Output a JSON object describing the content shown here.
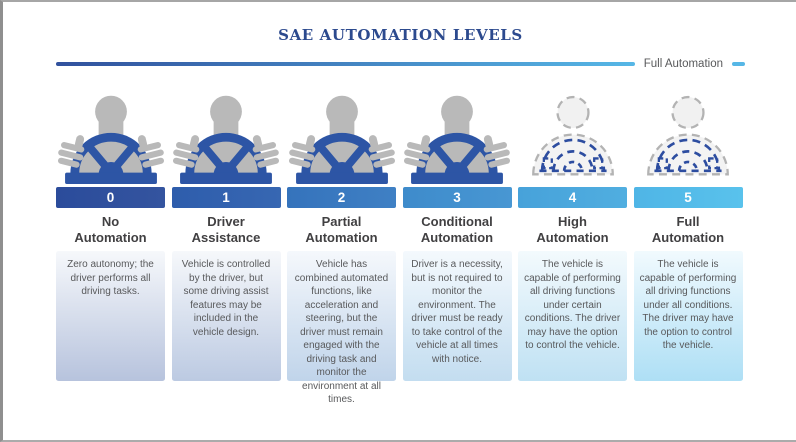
{
  "page": {
    "title": "SAE AUTOMATION LEVELS",
    "scale_label": "Full Automation"
  },
  "colors": {
    "title_navy": "#2c4a8e",
    "rule_start": "#31519d",
    "rule_end": "#56b7e6",
    "heading_text": "#414042",
    "body_text": "#58595b",
    "icon_gray": "#b9b9b9",
    "icon_blue": "#2d55a5",
    "icon_dashed_blue": "#2d4da0"
  },
  "levels": [
    {
      "number": "0",
      "title_line1": "No",
      "title_line2": "Automation",
      "description": "Zero autonomy; the driver performs all driving tasks.",
      "icon": "driver-at-wheel-icon",
      "banner_color_left": "#2b4c9b",
      "banner_color_right": "#34549f",
      "card_top_color": "#f6f8fb",
      "card_bottom_color": "#b7c3dd"
    },
    {
      "number": "1",
      "title_line1": "Driver",
      "title_line2": "Assistance",
      "description": "Vehicle is controlled by the driver, but some driving assist features may be included in the vehicle design.",
      "icon": "driver-at-wheel-icon",
      "banner_color_left": "#2e5dac",
      "banner_color_right": "#3767b2",
      "card_top_color": "#f6f8fb",
      "card_bottom_color": "#bccae2"
    },
    {
      "number": "2",
      "title_line1": "Partial",
      "title_line2": "Automation",
      "description": "Vehicle has combined automated functions, like acceleration and steering, but the driver must remain engaged with the driving task and monitor the environment at all times.",
      "icon": "driver-at-wheel-icon",
      "banner_color_left": "#3573bc",
      "banner_color_right": "#3f80c4",
      "card_top_color": "#f5f8fc",
      "card_bottom_color": "#c0d4ea"
    },
    {
      "number": "3",
      "title_line1": "Conditional",
      "title_line2": "Automation",
      "description": "Driver is a necessity, but is not required to monitor the environment. The driver must be ready to take control of the vehicle at all times with notice.",
      "icon": "driver-at-wheel-icon",
      "banner_color_left": "#3e8bcb",
      "banner_color_right": "#4897d3",
      "card_top_color": "#f4f9fd",
      "card_bottom_color": "#c3ddf0"
    },
    {
      "number": "4",
      "title_line1": "High",
      "title_line2": "Automation",
      "description": "The vehicle is capable of performing all driving functions under certain conditions. The driver may have the option to control the vehicle.",
      "icon": "autonomous-driver-dashed-icon",
      "banner_color_left": "#47a2da",
      "banner_color_right": "#50aee0",
      "card_top_color": "#f3fafd",
      "card_bottom_color": "#bfe1f3"
    },
    {
      "number": "5",
      "title_line1": "Full",
      "title_line2": "Automation",
      "description": "The vehicle is capable of performing all driving functions under all conditions. The driver may have the option to control the vehicle.",
      "icon": "autonomous-driver-dashed-icon",
      "banner_color_left": "#4fb5e6",
      "banner_color_right": "#59c2ec",
      "card_top_color": "#f1fafe",
      "card_bottom_color": "#aedff5"
    }
  ]
}
